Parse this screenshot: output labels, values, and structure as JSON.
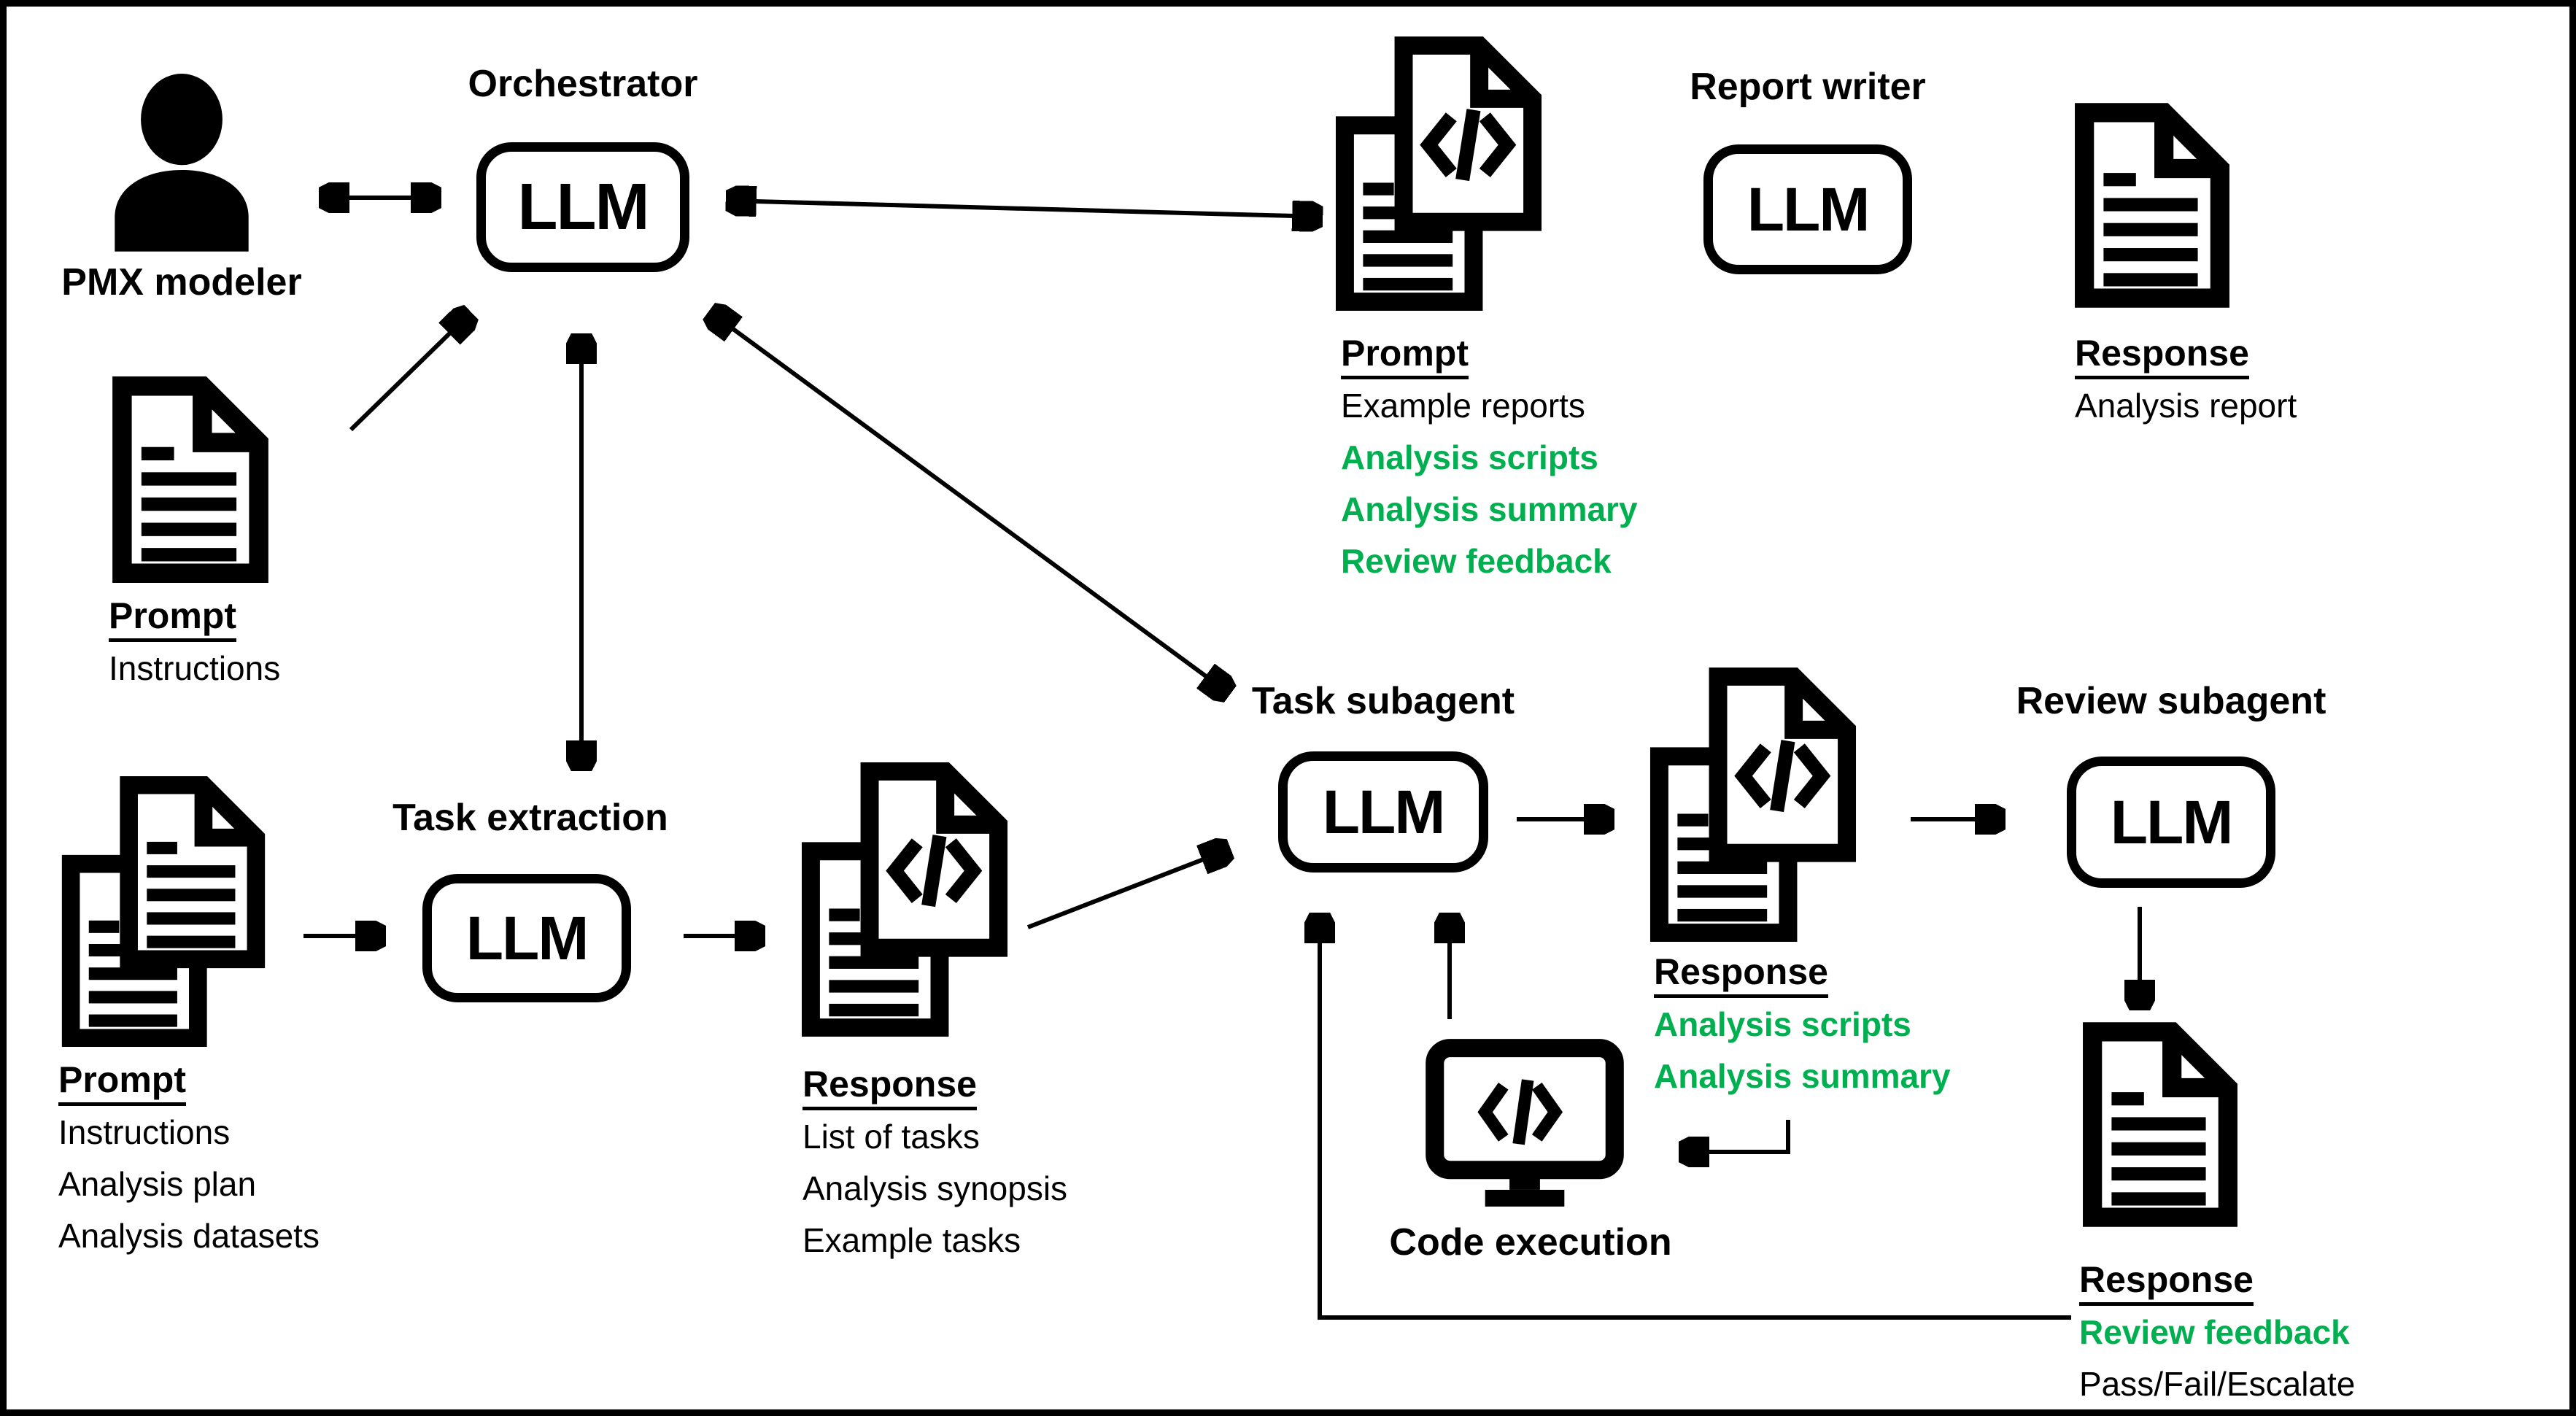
{
  "colors": {
    "green": "#00B050",
    "black": "#000000"
  },
  "llm": "LLM",
  "actors": {
    "pmx_modeler": "PMX modeler",
    "orchestrator": "Orchestrator",
    "task_extraction": "Task extraction",
    "task_subagent": "Task subagent",
    "review_subagent": "Review subagent",
    "report_writer": "Report writer",
    "code_execution": "Code execution"
  },
  "icons": {
    "person": "person-icon",
    "document": "document-icon",
    "document_stack": "documents-stack-icon",
    "code_document_stack": "code-documents-stack-icon",
    "monitor": "code-execution-monitor-icon"
  },
  "captions": {
    "orchestrator_prompt": {
      "title": "Prompt",
      "lines": [
        {
          "text": "Instructions",
          "color": "#000000",
          "weight": "normal"
        }
      ]
    },
    "extraction_prompt": {
      "title": "Prompt",
      "lines": [
        {
          "text": "Instructions",
          "color": "#000000",
          "weight": "normal"
        },
        {
          "text": "Analysis plan",
          "color": "#000000",
          "weight": "normal"
        },
        {
          "text": "Analysis datasets",
          "color": "#000000",
          "weight": "normal"
        }
      ]
    },
    "extraction_response": {
      "title": "Response",
      "lines": [
        {
          "text": "List of tasks",
          "color": "#000000",
          "weight": "normal"
        },
        {
          "text": "Analysis synopsis",
          "color": "#000000",
          "weight": "normal"
        },
        {
          "text": "Example tasks",
          "color": "#000000",
          "weight": "normal"
        }
      ]
    },
    "subagent_response": {
      "title": "Response",
      "lines": [
        {
          "text": "Analysis scripts",
          "color": "#00B050",
          "weight": "bold"
        },
        {
          "text": "Analysis summary",
          "color": "#00B050",
          "weight": "bold"
        }
      ]
    },
    "review_response": {
      "title": "Response",
      "lines": [
        {
          "text": "Review feedback",
          "color": "#00B050",
          "weight": "bold"
        },
        {
          "text": "Pass/Fail/Escalate",
          "color": "#000000",
          "weight": "normal"
        }
      ]
    },
    "report_prompt": {
      "title": "Prompt",
      "lines": [
        {
          "text": "Example reports",
          "color": "#000000",
          "weight": "normal"
        },
        {
          "text": "Analysis scripts",
          "color": "#00B050",
          "weight": "bold"
        },
        {
          "text": "Analysis summary",
          "color": "#00B050",
          "weight": "bold"
        },
        {
          "text": "Review feedback",
          "color": "#00B050",
          "weight": "bold"
        }
      ]
    },
    "report_response": {
      "title": "Response",
      "lines": [
        {
          "text": "Analysis report",
          "color": "#000000",
          "weight": "normal"
        }
      ]
    }
  }
}
